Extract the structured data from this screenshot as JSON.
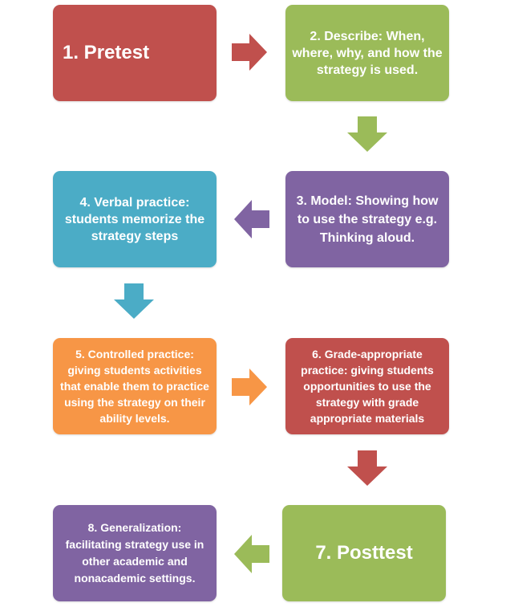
{
  "colors": {
    "red": "#c0504d",
    "green": "#9bbb59",
    "purple": "#8064a2",
    "teal": "#4bacc6",
    "orange": "#f79646"
  },
  "steps": {
    "s1": "1. Pretest",
    "s2": "2. Describe:  When, where, why, and how the strategy is used.",
    "s3": "3. Model: Showing how to use the strategy e.g. Thinking aloud.",
    "s4": "4. Verbal practice: students memorize the strategy steps",
    "s5": "5. Controlled practice: giving students activities that enable them to practice using the strategy on their ability levels.",
    "s6": "6. Grade-appropriate practice: giving students opportunities to use the strategy with grade appropriate materials",
    "s7": "7. Posttest",
    "s8": "8. Generalization: facilitating strategy use in other academic and nonacademic settings."
  }
}
